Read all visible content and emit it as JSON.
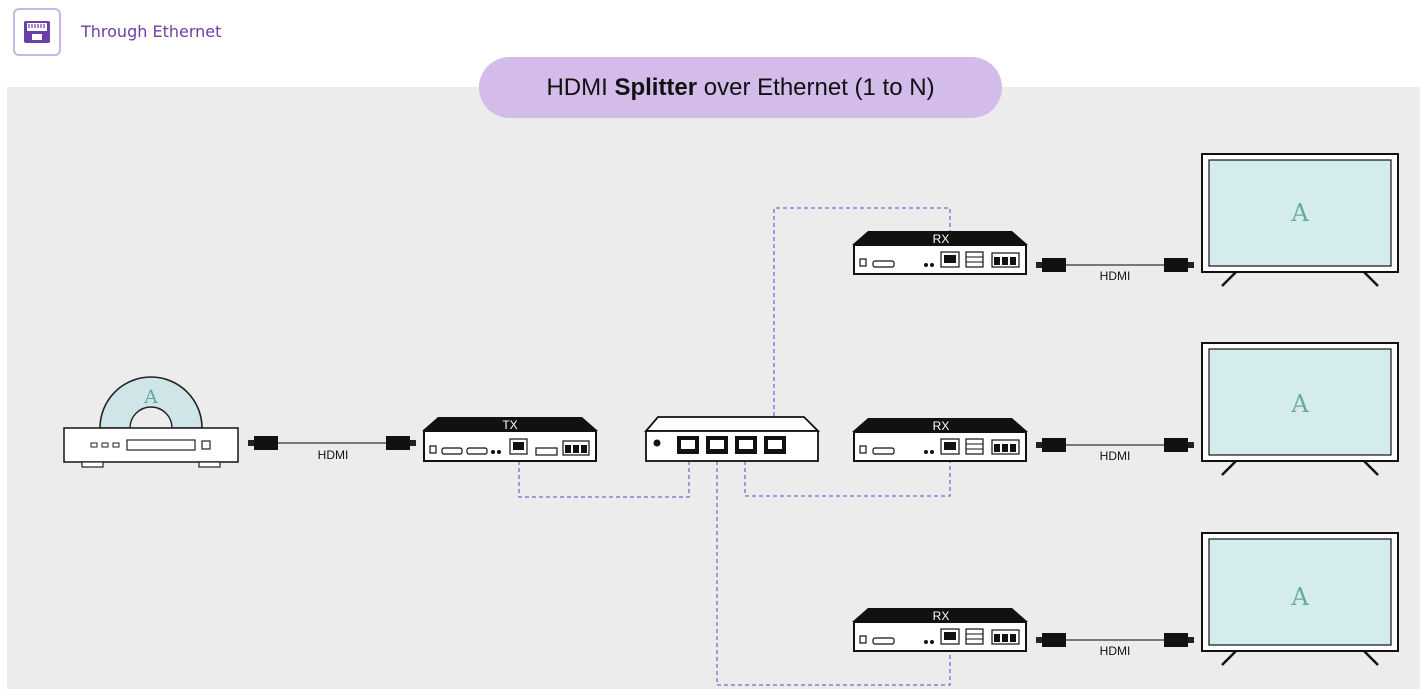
{
  "header": {
    "title": "Through Ethernet",
    "icon": "ethernet-port-icon"
  },
  "banner": {
    "title_prefix": "HDMI ",
    "title_bold": "Splitter",
    "title_suffix": " over Ethernet (1 to N)"
  },
  "diagram": {
    "source": {
      "disc_letter": "A",
      "cable_label": "HDMI"
    },
    "transmitter": {
      "label": "TX"
    },
    "switch": {
      "ports": 4
    },
    "receivers": [
      {
        "label": "RX",
        "cable_label": "HDMI",
        "screen_letter": "A"
      },
      {
        "label": "RX",
        "cable_label": "HDMI",
        "screen_letter": "A"
      },
      {
        "label": "RX",
        "cable_label": "HDMI",
        "screen_letter": "A"
      }
    ]
  },
  "colors": {
    "accent_purple": "#6a3fa8",
    "pill_background": "#d3bbea",
    "canvas_background": "#ececec",
    "ethernet_dashed_line": "#7b68d6",
    "screen_fill": "#d4ecec",
    "letter_color": "#6aa6a6"
  }
}
